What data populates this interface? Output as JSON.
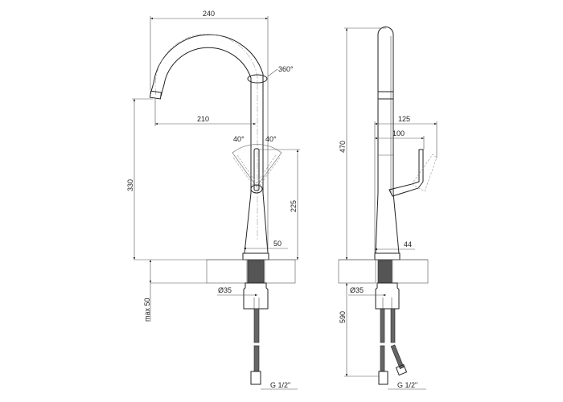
{
  "front_view": {
    "dim_spout_width": "240",
    "dim_spout_reach": "210",
    "dim_spout_height": "330",
    "dim_lever_height": "225",
    "dim_base_width": "50",
    "dim_rotation": "360°",
    "dim_lever_angle_left": "40°",
    "dim_lever_angle_right": "40°",
    "dim_countertop_thickness": "max 50",
    "dim_hole_diameter": "Ø35",
    "dim_connection": "G 1/2\""
  },
  "side_view": {
    "dim_total_height": "470",
    "dim_lever_reach_open": "125",
    "dim_lever_reach": "100",
    "dim_base_width": "44",
    "dim_hole_diameter": "Ø35",
    "dim_hose_length": "590",
    "dim_connection": "G 1/2\""
  }
}
